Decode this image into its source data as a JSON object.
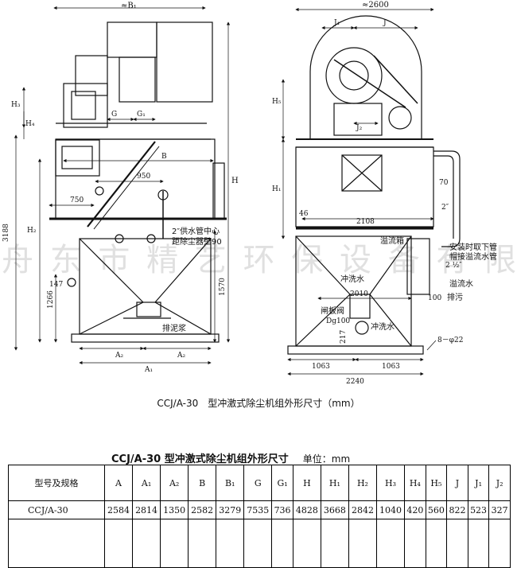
{
  "watermark": "舟 东 市 精 艺 环 保 设 备 有 限 公 司",
  "caption": "CCJ/A-30　型冲激式除尘机组外形尺寸（mm）",
  "table": {
    "title": "CCJ/A-30 型冲激式除尘机组外形尺寸",
    "unit": "单位：mm",
    "headers": [
      "型号及规格",
      "A",
      "A₁",
      "A₂",
      "B",
      "B₁",
      "G",
      "G₁",
      "H",
      "H₁",
      "H₂",
      "H₃",
      "H₄",
      "H₅",
      "J",
      "J₁",
      "J₂"
    ],
    "rows": [
      [
        "CCJ/A-30",
        "2584",
        "2814",
        "1350",
        "2582",
        "3279",
        "7535",
        "736",
        "4828",
        "3668",
        "2842",
        "1040",
        "420",
        "560",
        "822",
        "523",
        "327"
      ]
    ]
  },
  "left_view": {
    "dims": {
      "B1": "≈B₁",
      "H3": "H₃",
      "H4": "H₄",
      "G": "G",
      "G1": "G₁",
      "B": "B",
      "H": "H",
      "d950": "950",
      "d750": "750",
      "d3188": "3188",
      "H2": "H₂",
      "d147": "147",
      "d1266": "1266",
      "d1570": "1570",
      "A2a": "A₂",
      "A2b": "A₂",
      "A1": "A₁"
    },
    "notes": {
      "water1": "2″供水管中心",
      "water2": "距除尘器壁90",
      "sludge": "排泥浆"
    }
  },
  "right_view": {
    "dims": {
      "w2600": "≈2600",
      "J1": "J₁",
      "J": "J",
      "H5": "H₅",
      "J2": "J₂",
      "H1": "H₁",
      "d70": "70",
      "d46": "46",
      "d2108": "2108",
      "d2in": "2″",
      "d2half": "2 ½″",
      "d2010": "2010",
      "d100": "100",
      "d217": "217",
      "d1063a": "1063",
      "d1063b": "1063",
      "d2240": "2240",
      "bolts": "8－φ22"
    },
    "notes": {
      "overflow_box": "溢流箱",
      "install1": "安装时取下管",
      "install2": "帽接溢流水管",
      "overflow_water": "溢流水",
      "drain": "排污",
      "flush1": "冲洗水",
      "gate": "闸板阀",
      "dg": "Dg100",
      "flush2": "冲洗水"
    }
  }
}
